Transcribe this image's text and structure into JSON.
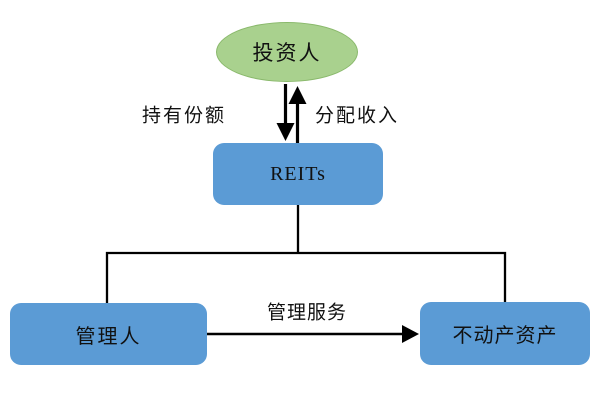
{
  "diagram": {
    "description": "REITs operating structure flow diagram",
    "nodes": {
      "investor": {
        "label": "投资人",
        "shape": "ellipse",
        "fill": "#a9d18e"
      },
      "reits": {
        "label": "REITs",
        "shape": "rounded-rect",
        "fill": "#5b9bd5"
      },
      "manager": {
        "label": "管理人",
        "shape": "rounded-rect",
        "fill": "#5b9bd5"
      },
      "asset": {
        "label": "不动产资产",
        "shape": "rounded-rect",
        "fill": "#5b9bd5"
      }
    },
    "edges": {
      "hold_shares": {
        "label": "持有份额",
        "from": "investor",
        "to": "reits",
        "style": "arrow-down"
      },
      "distribute_income": {
        "label": "分配收入",
        "from": "reits",
        "to": "investor",
        "style": "arrow-up"
      },
      "management_service": {
        "label": "管理服务",
        "from": "manager",
        "to": "asset",
        "style": "arrow-right"
      },
      "reits_branch": {
        "label": "",
        "from": "reits",
        "to": "manager,asset",
        "style": "elbow-no-arrow"
      }
    },
    "colors": {
      "node_blue": "#5b9bd5",
      "node_green": "#a9d18e",
      "ellipse_border": "#8ab96c",
      "line": "#000000",
      "background": "#ffffff",
      "text": "#111111"
    }
  }
}
